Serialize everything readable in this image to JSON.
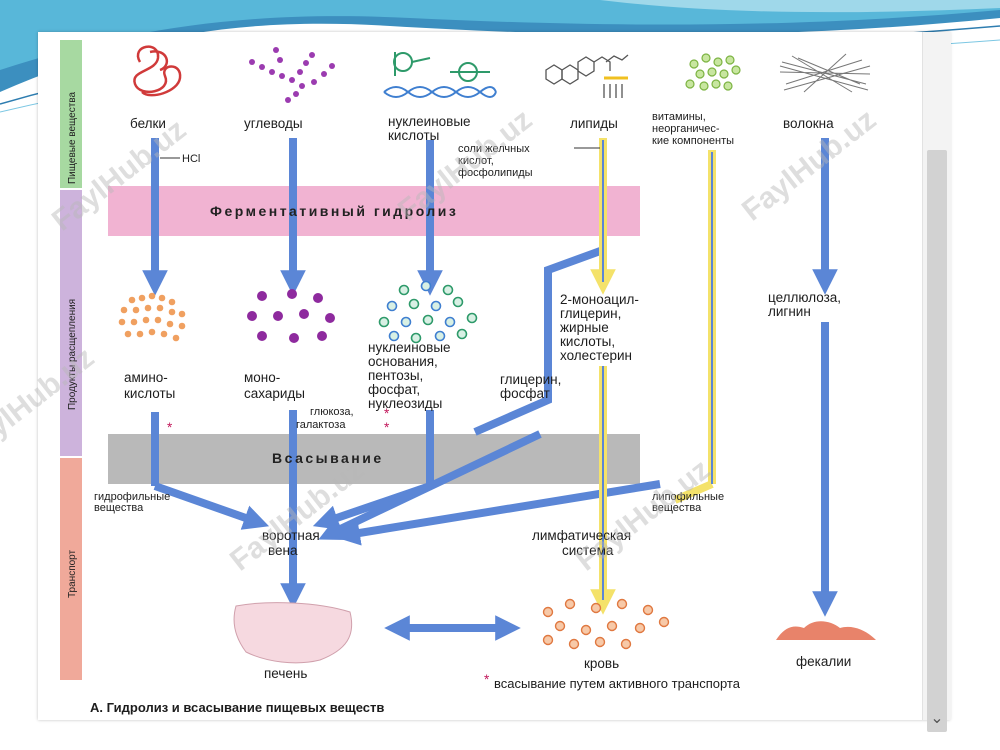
{
  "watermark": "FaylHub.uz",
  "side_labels": {
    "nutrients": "Пищевые вещества",
    "products": "Продукты расщепления",
    "transport": "Транспорт"
  },
  "nutrients": {
    "proteins": "белки",
    "carbs": "углеводы",
    "nucleic_1": "нуклеиновые",
    "nucleic_2": "кислоты",
    "lipids": "липиды",
    "vitamins_1": "витамины,",
    "vitamins_2": "неорганичес-",
    "vitamins_3": "кие компоненты",
    "fibers": "волокна"
  },
  "hcl": "HCl",
  "bile_1": "соли желчных",
  "bile_2": "кислот,",
  "bile_3": "фосфолипиды",
  "hydrolysis": "Ферментативный гидролиз",
  "products": {
    "amino_1": "амино-",
    "amino_2": "кислоты",
    "mono_1": "моно-",
    "mono_2": "сахариды",
    "glucose": "глюкоза,",
    "galactose": "галактоза",
    "nuc_1": "нуклеиновые",
    "nuc_2": "основания,",
    "nuc_3": "пентозы,",
    "nuc_4": "фосфат,",
    "nuc_5": "нуклеозиды",
    "glycerol_1": "глицерин,",
    "glycerol_2": "фосфат",
    "mono_acyl_1": "2-моноацил-",
    "mono_acyl_2": "глицерин,",
    "mono_acyl_3": "жирные",
    "mono_acyl_4": "кислоты,",
    "mono_acyl_5": "холестерин",
    "cellulose_1": "целлюлоза,",
    "cellulose_2": "лигнин"
  },
  "absorption": "Всасывание",
  "hydrophilic_1": "гидрофильные",
  "hydrophilic_2": "вещества",
  "lipophilic_1": "липофильные",
  "lipophilic_2": "вещества",
  "portal_1": "воротная",
  "portal_2": "вена",
  "lymph_1": "лимфатическая",
  "lymph_2": "система",
  "liver": "печень",
  "blood": "кровь",
  "feces": "фекалии",
  "asterisk": "*",
  "legend": "всасывание путем активного транспорта",
  "caption": "А. Гидролиз и всасывание пищевых веществ",
  "colors": {
    "arrow_blue": "#5b86d6",
    "yellow": "#f4e26a",
    "band_pink": "#f1b3d2",
    "band_gray": "#b9b9b9",
    "side_green": "#a7d9a1",
    "side_purple": "#cdb3dc",
    "side_salmon": "#f0a99a",
    "asterisk_red": "#c2185b"
  },
  "scroll_icon": "chevron-down-icon"
}
